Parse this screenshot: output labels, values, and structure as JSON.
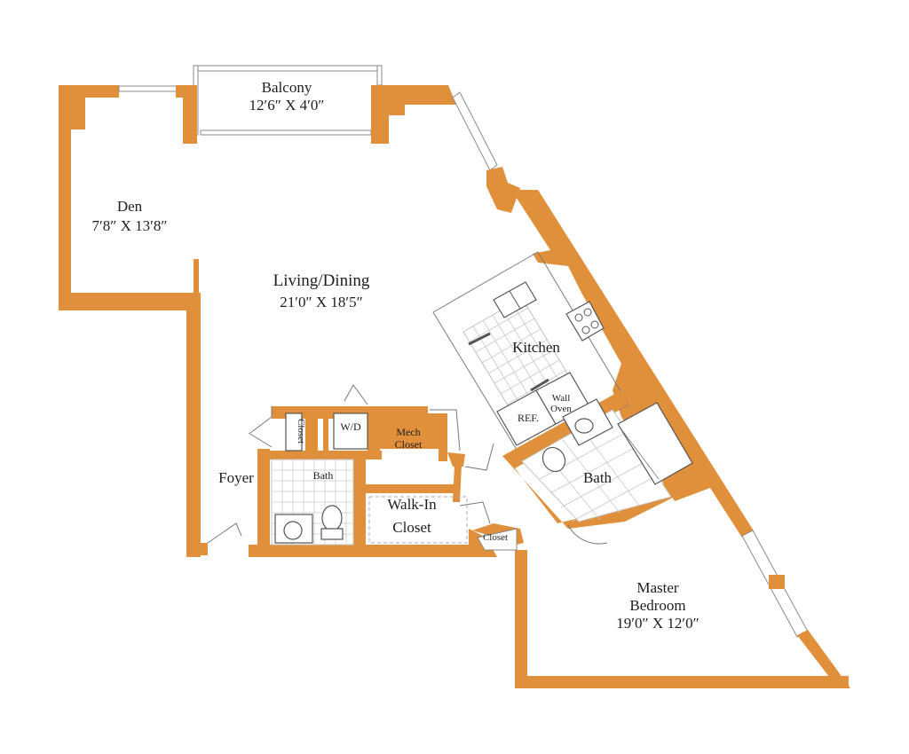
{
  "colors": {
    "wall": "#e08f3a",
    "text": "#1e1e1e",
    "background": "#ffffff"
  },
  "rooms": {
    "balcony": {
      "name": "Balcony",
      "size": "12′6″ X 4′0″"
    },
    "den": {
      "name": "Den",
      "size": "7′8″ X 13′8″"
    },
    "living_dining": {
      "name": "Living/Dining",
      "size": "21′0″ X 18′5″"
    },
    "kitchen": {
      "name": "Kitchen"
    },
    "wall_oven": {
      "line1": "Wall",
      "line2": "Oven"
    },
    "ref": {
      "name": "REF."
    },
    "closet_small": {
      "name": "Closet"
    },
    "wd": {
      "name": "W/D"
    },
    "mech_closet": {
      "line1": "Mech",
      "line2": "Closet"
    },
    "foyer": {
      "name": "Foyer"
    },
    "bath_left": {
      "name": "Bath"
    },
    "walk_in_closet": {
      "line1": "Walk-In",
      "line2": "Closet"
    },
    "closet_right": {
      "name": "Closet"
    },
    "bath_right": {
      "name": "Bath"
    },
    "master_bedroom": {
      "line1": "Master",
      "line2": "Bedroom",
      "size": "19′0″ X 12′0″"
    }
  }
}
